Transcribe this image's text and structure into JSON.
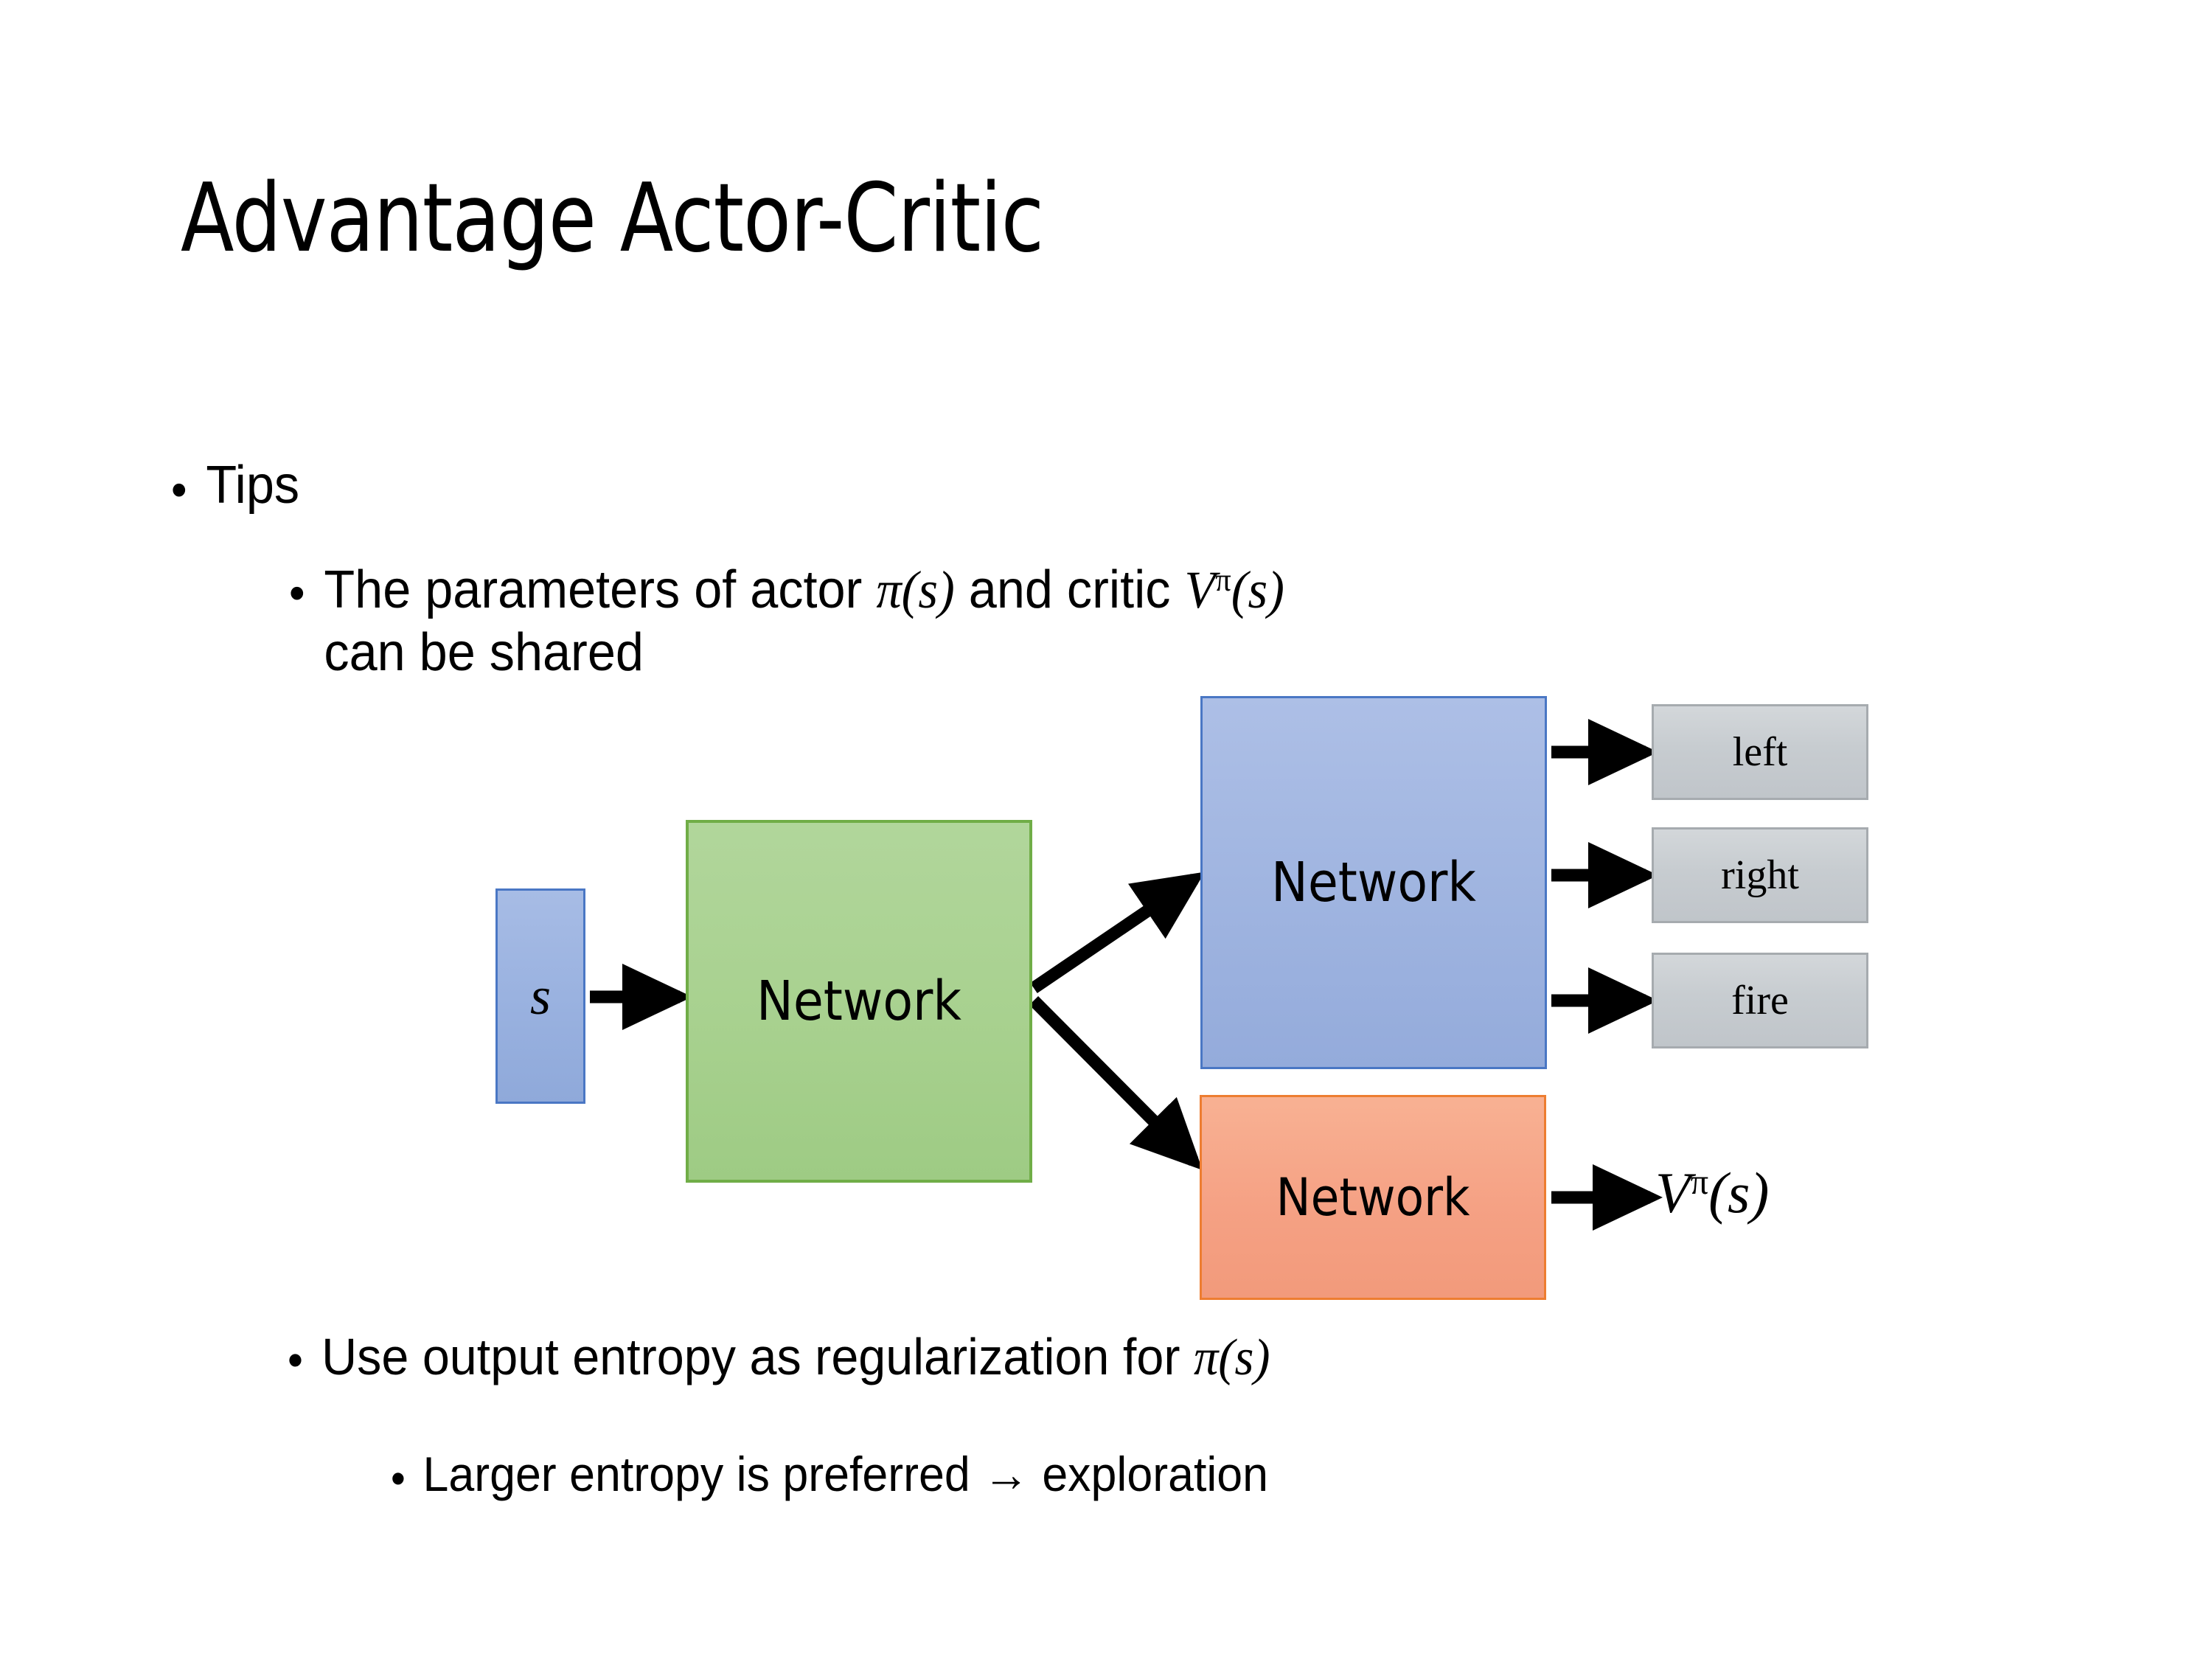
{
  "slide": {
    "title": "Advantage Actor-Critic",
    "background_color": "#ffffff",
    "text_color": "#000000"
  },
  "bullets": {
    "tips": {
      "marker": "•",
      "text": "Tips"
    },
    "shared_params": {
      "marker": "•",
      "text_part1": "The parameters of actor ",
      "math_actor_pi": "π",
      "math_actor_arg": "(s)",
      "text_part2": "  and critic ",
      "math_critic_v": "V",
      "math_critic_sup": "π",
      "math_critic_arg": "(s)",
      "text_part3": "can be shared"
    },
    "entropy": {
      "marker": "•",
      "text_part1": "Use output entropy as regularization for ",
      "math_pi": "π",
      "math_pi_arg": "(s)"
    },
    "larger_entropy": {
      "marker": "•",
      "text": "Larger entropy is preferred → exploration"
    }
  },
  "diagram": {
    "state_box": {
      "label": "s",
      "fill_color": "#9ab2e0",
      "border_color": "#4a77c4"
    },
    "shared_network": {
      "label": "Network",
      "fill_color": "#a8d18f",
      "border_color": "#70ad47"
    },
    "actor_network": {
      "label": "Network",
      "fill_color": "#9fb4e0",
      "border_color": "#4a77c4"
    },
    "critic_network": {
      "label": "Network",
      "fill_color": "#f5a184",
      "border_color": "#ed7d31"
    },
    "action_outputs": [
      {
        "label": "left",
        "fill_color": "#c7ccd0",
        "border_color": "#a6abaf"
      },
      {
        "label": "right",
        "fill_color": "#c7ccd0",
        "border_color": "#a6abaf"
      },
      {
        "label": "fire",
        "fill_color": "#c7ccd0",
        "border_color": "#a6abaf"
      }
    ],
    "value_output": {
      "math_v": "V",
      "math_sup": "π",
      "math_arg": "(s)"
    },
    "arrow_color": "#000000"
  }
}
